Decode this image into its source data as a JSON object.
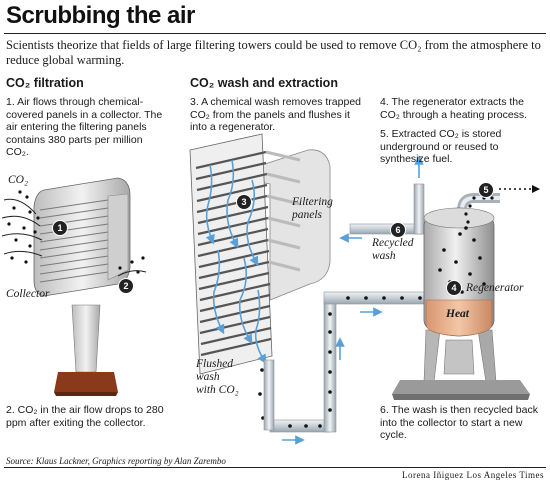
{
  "title": "Scrubbing the air",
  "intro": "Scientists theorize that fields of large filtering towers could be used to remove CO₂ from the atmosphere to reduce global warming.",
  "sections": {
    "filtration": "CO₂ filtration",
    "wash": "CO₂ wash and extraction"
  },
  "steps": {
    "s1": "1. Air flows through chemical-covered panels in a collector. The air entering the filtering panels contains 380 parts per million CO₂.",
    "s2": "2. CO₂ in the air flow drops to 280 ppm after exiting the collector.",
    "s3": "3. A chemical wash removes trapped CO₂ from the panels and flushes it into a regenerator.",
    "s4": "4. The regenerator extracts the CO₂ through a heating process.",
    "s5": "5. Extracted CO₂ is stored underground or reused to synthesize fuel.",
    "s6": "6. The wash is then recycled back into the collector to start a new cycle."
  },
  "labels": {
    "co2": "CO₂",
    "collector": "Collector",
    "filtering_panels_1": "Filtering",
    "filtering_panels_2": "panels",
    "recycled_1": "Recycled",
    "recycled_2": "wash",
    "regenerator": "Regenerator",
    "heat": "Heat",
    "flushed_1": "Flushed",
    "flushed_2": "wash",
    "flushed_3": "with CO₂"
  },
  "badges": [
    "1",
    "2",
    "3",
    "4",
    "5",
    "6"
  ],
  "source": "Source: Klaus Lackner, Graphics reporting by Alan Zarembo",
  "credit": "Lorena Iñiguez Los Angeles Times",
  "colors": {
    "metal_light": "#e8e8e8",
    "metal_dark": "#9a9a9a",
    "pipe": "#cfd6dc",
    "heat": "#e8b18f",
    "wash_arrow": "#5aa0d8",
    "base": "#8a3a1a"
  }
}
